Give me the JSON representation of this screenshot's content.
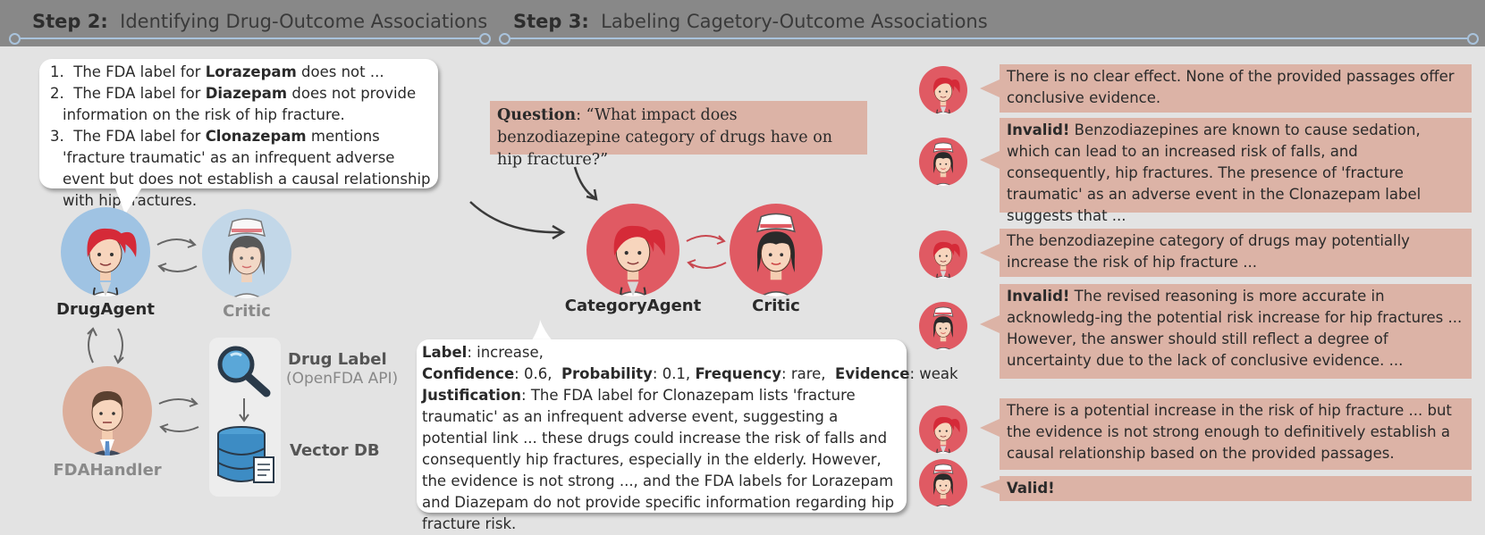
{
  "header": {
    "step2": {
      "num": "Step 2:",
      "title": "Identifying Drug-Outcome Associations"
    },
    "step3": {
      "num": "Step 3:",
      "title": "Labeling Cagetory-Outcome Associations"
    }
  },
  "step2": {
    "bubble": [
      {
        "n": "1.",
        "pre": "The FDA label for ",
        "drug": "Lorazepam",
        "post": " does not ..."
      },
      {
        "n": "2.",
        "pre": "The FDA label for ",
        "drug": "Diazepam",
        "post": " does not provide information on the risk of hip fracture."
      },
      {
        "n": "3.",
        "pre": "The FDA label for ",
        "drug": "Clonazepam",
        "post": " mentions 'fracture traumatic' as an infrequent adverse event but does not establish a causal relationship with hip fractures."
      }
    ],
    "drug_agent_label": "DrugAgent",
    "critic_label": "Critic",
    "fda_handler_label": "FDAHandler",
    "drug_label_title": "Drug Label",
    "drug_label_sub": "(OpenFDA API)",
    "vector_db_label": "Vector DB"
  },
  "step3": {
    "question_label": "Question",
    "question_text": ": “What impact does benzodiazepine category of drugs have on hip fracture?”",
    "category_agent_label": "CategoryAgent",
    "critic_label": "Critic",
    "result": {
      "label_key": "Label",
      "label_val": ": increase,",
      "confidence_key": "Confidence",
      "confidence_val": ": 0.6,",
      "probability_key": "Probability",
      "probability_val": ": 0.1,",
      "frequency_key": "Frequency",
      "frequency_val": ": rare,",
      "evidence_key": "Evidence",
      "evidence_val": ": weak",
      "justification_key": "Justification",
      "justification_val": ": The FDA label for Clonazepam lists 'fracture traumatic' as an infrequent adverse event, suggesting a potential link ... these drugs could increase the risk of falls and consequently hip fractures, especially in the elderly. However, the evidence is not strong ..., and the FDA labels for Lorazepam and Diazepam do not provide specific information regarding hip fracture risk."
    }
  },
  "dialogue": [
    {
      "agent": "category",
      "strong": "",
      "text": "There is no clear effect. None of the provided passages offer conclusive evidence."
    },
    {
      "agent": "critic",
      "strong": "Invalid!",
      "text": " Benzodiazepines are known to cause sedation, which can lead to an increased risk of falls, and consequently, hip fractures. The presence of 'fracture traumatic' as an adverse event in the Clonazepam label suggests that ..."
    },
    {
      "agent": "category",
      "strong": "",
      "text": "The benzodiazepine category of drugs may potentially increase the risk of hip fracture ..."
    },
    {
      "agent": "critic",
      "strong": "Invalid!",
      "text": " The revised reasoning is more accurate in acknowledg-ing the potential risk increase for hip fractures ... However, the answer should still reflect a degree of uncertainty due to the lack of conclusive evidence. ..."
    },
    {
      "agent": "category",
      "strong": "",
      "text": "There is a potential increase in the risk of hip fracture ... but the evidence is not strong enough to definitively establish a causal relationship based on the provided passages."
    },
    {
      "agent": "critic",
      "strong": "Valid!",
      "text": ""
    }
  ],
  "colors": {
    "agent_red": "#e05a63",
    "agent_blue": "#9fc3e3",
    "handler_tan": "#dcae9b",
    "box_tan": "#dcb3a6",
    "header_gray": "#888888"
  }
}
